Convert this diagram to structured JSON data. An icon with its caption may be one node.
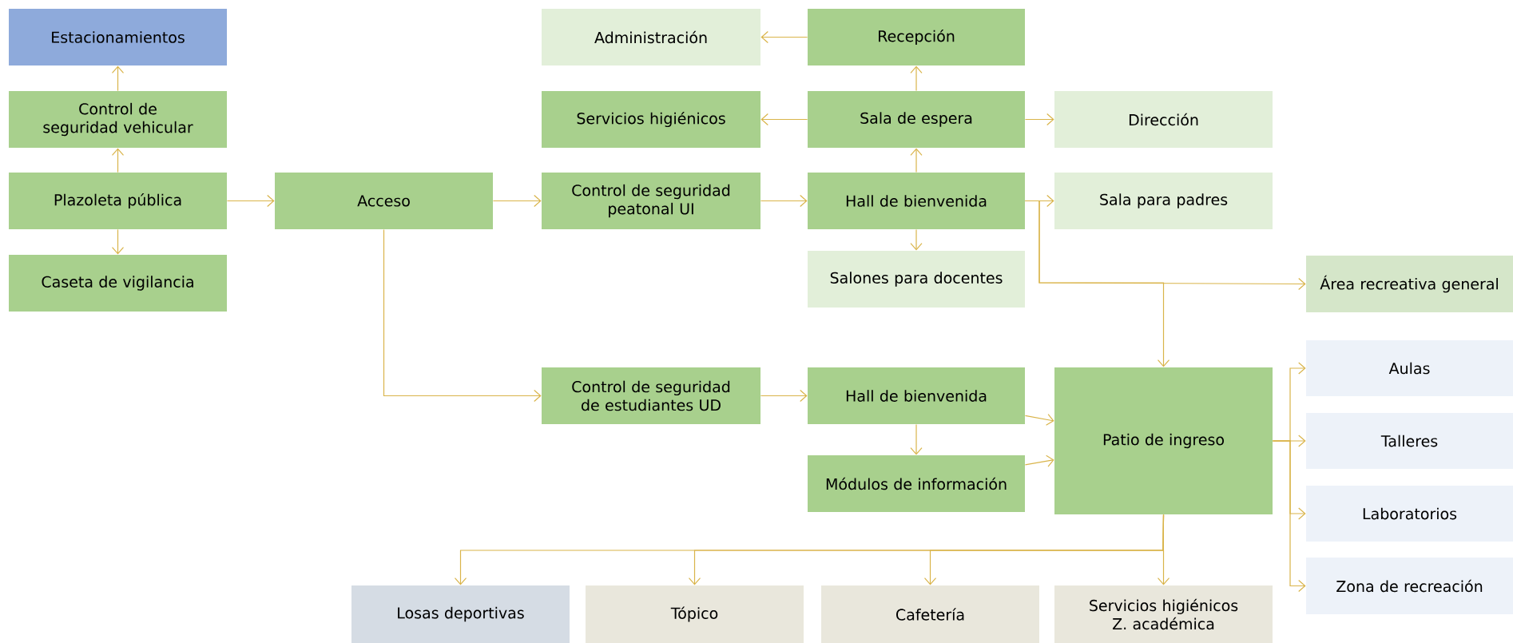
{
  "diagram": {
    "nodes": [
      {
        "text": [
          "Estacionamientos"
        ]
      },
      {
        "text": [
          "Control de seguridad vehicular"
        ]
      },
      {
        "text": [
          "Plazoleta pública"
        ]
      },
      {
        "text": [
          "Caseta de vigilancia"
        ]
      },
      {
        "text": [
          "Acceso"
        ]
      },
      {
        "text": [
          "Administración"
        ]
      },
      {
        "text": [
          "Recepción"
        ]
      },
      {
        "text": [
          "Servicios higiénicos"
        ]
      },
      {
        "text": [
          "Sala de espera"
        ]
      },
      {
        "text": [
          "Dirección"
        ]
      },
      {
        "text": [
          "Control de seguridad peatonal UI"
        ]
      },
      {
        "text": [
          "Hall de bienvenida"
        ]
      },
      {
        "text": [
          "Sala para padres"
        ]
      },
      {
        "text": [
          "Salones para docentes"
        ]
      },
      {
        "text": [
          "Área recreativa general"
        ]
      },
      {
        "text": [
          "Aulas"
        ]
      },
      {
        "text": [
          "Control de seguridad de estudiantes UD"
        ]
      },
      {
        "text": [
          "Hall de bienvenida"
        ]
      },
      {
        "text": [
          "Patio de ingreso"
        ]
      },
      {
        "text": [
          "Talleres"
        ]
      },
      {
        "text": [
          "Módulos de información"
        ]
      },
      {
        "text": [
          "Laboratorios"
        ]
      },
      {
        "text": [
          "Zona de recreación"
        ]
      },
      {
        "text": [
          "Losas deportivas"
        ]
      },
      {
        "text": [
          "Tópico"
        ]
      },
      {
        "text": [
          "Cafetería"
        ]
      },
      {
        "text": [
          "Servicios higiénicos Z. académica"
        ]
      }
    ],
    "edges": [
      {
        "from": 1,
        "to": 0,
        "arrow": "to"
      },
      {
        "from": 2,
        "to": 1,
        "arrow": "to"
      },
      {
        "from": 2,
        "to": 3,
        "arrow": "to"
      },
      {
        "from": 2,
        "to": 4,
        "arrow": "to"
      },
      {
        "from": 4,
        "to": 10,
        "arrow": "to"
      },
      {
        "from": 4,
        "to": 16,
        "arrow": "to"
      },
      {
        "from": 10,
        "to": 11,
        "arrow": "to"
      },
      {
        "from": 11,
        "to": 8,
        "arrow": "to"
      },
      {
        "from": 8,
        "to": 6,
        "arrow": "to"
      },
      {
        "from": 6,
        "to": 5,
        "arrow": "to"
      },
      {
        "from": 8,
        "to": 7,
        "arrow": "to"
      },
      {
        "from": 8,
        "to": 9,
        "arrow": "to"
      },
      {
        "from": 11,
        "to": 13,
        "arrow": "to"
      },
      {
        "from": 11,
        "to": 12,
        "arrow": "to"
      },
      {
        "from": 11,
        "to": 14,
        "arrow": "to"
      },
      {
        "from": 11,
        "to": 18,
        "arrow": "to"
      },
      {
        "from": 16,
        "to": 17,
        "arrow": "to"
      },
      {
        "from": 17,
        "to": 18,
        "arrow": "to"
      },
      {
        "from": 17,
        "to": 20,
        "arrow": "to"
      },
      {
        "from": 20,
        "to": 18,
        "arrow": "to"
      },
      {
        "from": 18,
        "to": 15,
        "arrow": "to"
      },
      {
        "from": 18,
        "to": 19,
        "arrow": "to"
      },
      {
        "from": 18,
        "to": 21,
        "arrow": "to"
      },
      {
        "from": 18,
        "to": 22,
        "arrow": "to"
      },
      {
        "from": 18,
        "to": 23,
        "arrow": "to"
      },
      {
        "from": 18,
        "to": 24,
        "arrow": "to"
      },
      {
        "from": 18,
        "to": 25,
        "arrow": "to"
      },
      {
        "from": 18,
        "to": 26,
        "arrow": "to"
      }
    ]
  }
}
